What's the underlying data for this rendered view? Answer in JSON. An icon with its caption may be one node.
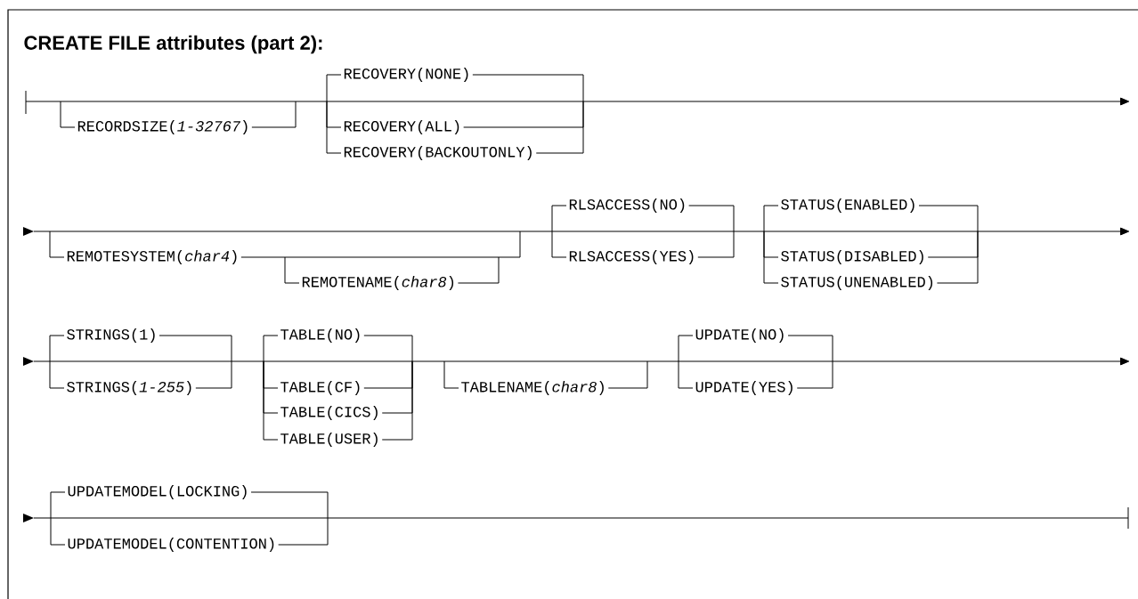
{
  "diagram": {
    "title": "CREATE FILE attributes (part 2):",
    "labels": [
      "RECORDSIZE(*1-32767*)",
      "RECOVERY(NONE)",
      "RECOVERY(ALL)",
      "RECOVERY(BACKOUTONLY)",
      "REMOTESYSTEM(*char4*)",
      "REMOTENAME(*char8*)",
      "RLSACCESS(NO)",
      "RLSACCESS(YES)",
      "STATUS(ENABLED)",
      "STATUS(DISABLED)",
      "STATUS(UNENABLED)",
      "STRINGS(1)",
      "STRINGS(*1-255*)",
      "TABLE(NO)",
      "TABLE(CF)",
      "TABLE(CICS)",
      "TABLE(USER)",
      "TABLENAME(*char8*)",
      "UPDATE(NO)",
      "UPDATE(YES)",
      "UPDATEMODEL(LOCKING)",
      "UPDATEMODEL(CONTENTION)"
    ]
  }
}
